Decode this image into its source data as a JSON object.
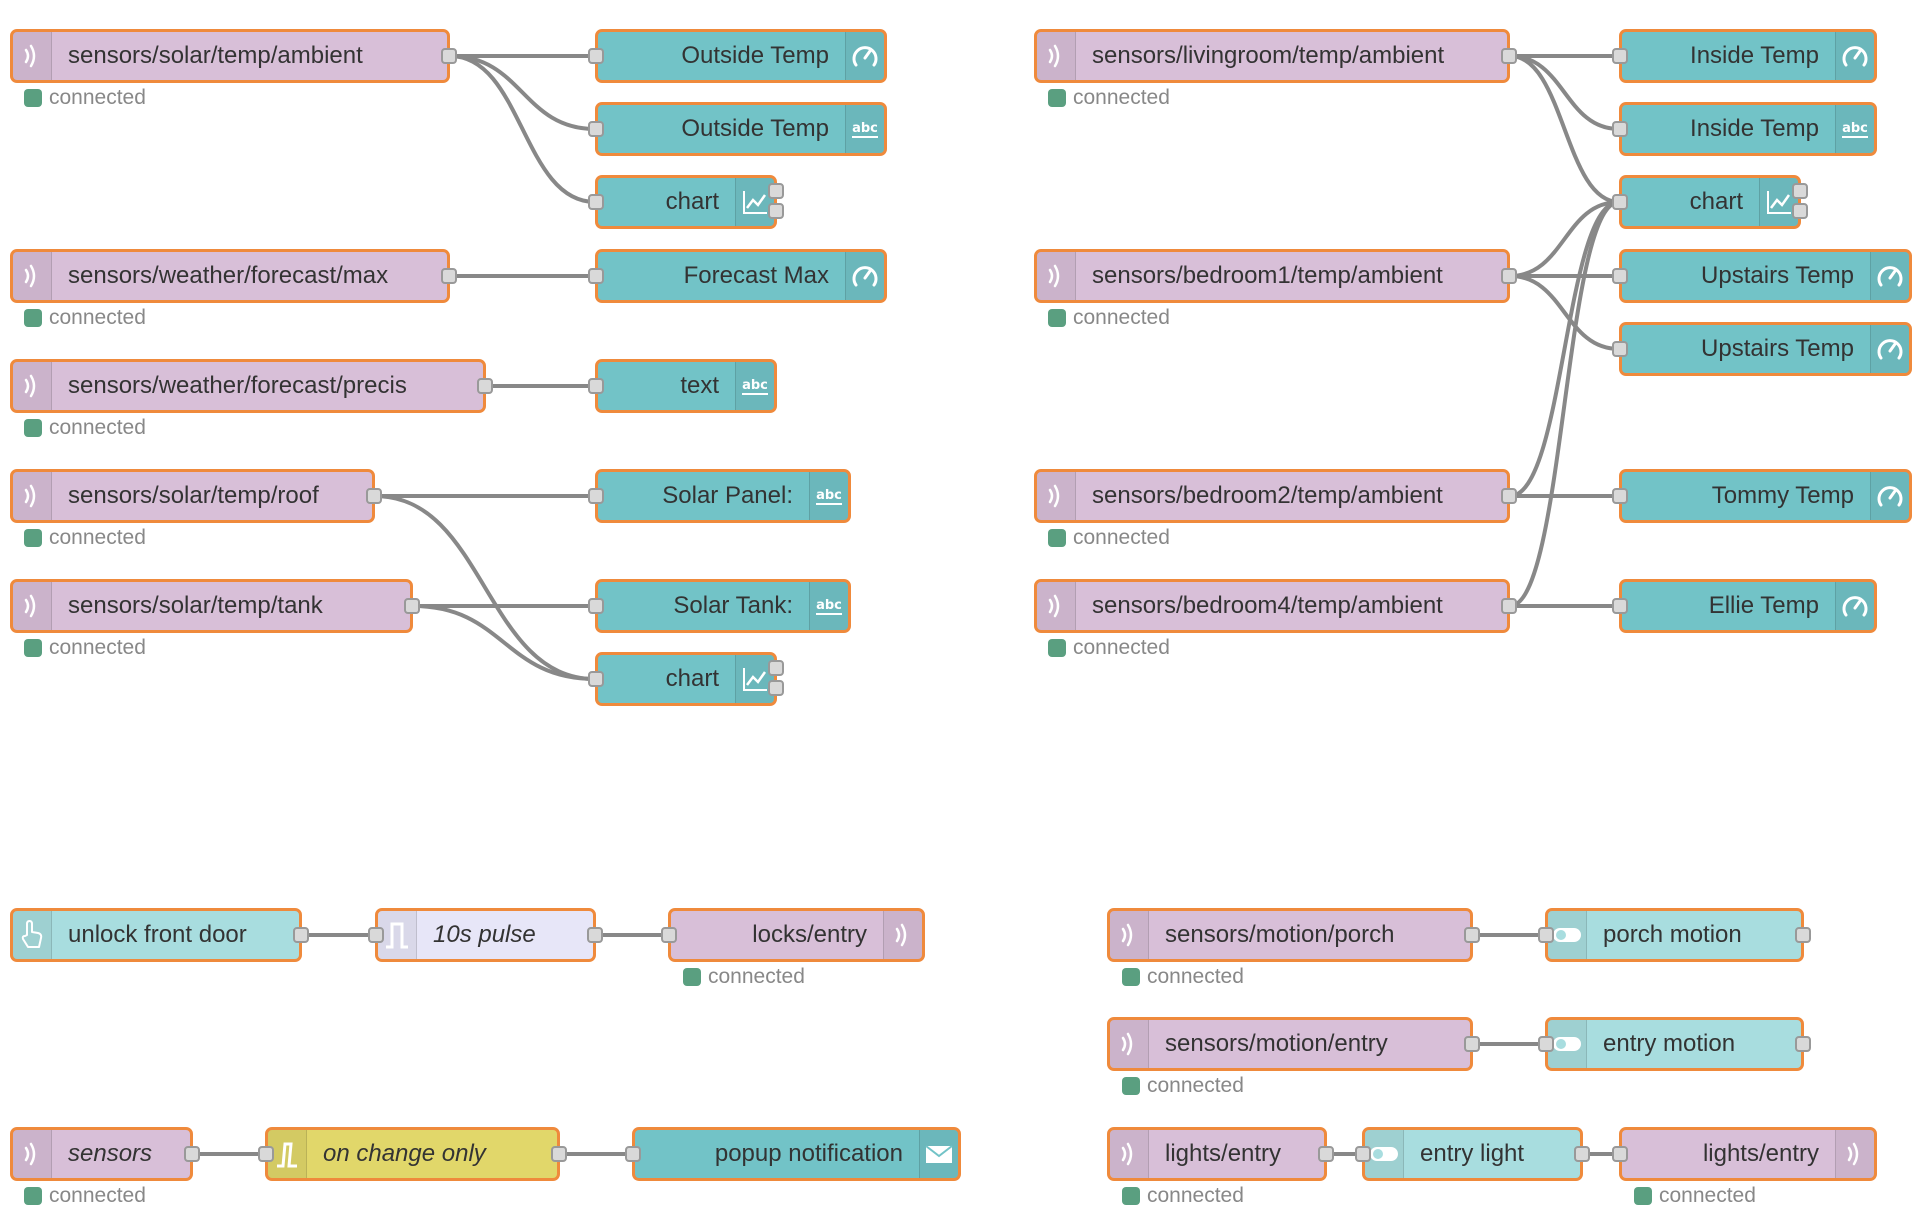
{
  "colors": {
    "node_border": "#ef8a3c",
    "mqtt": "#d8bfd8",
    "dashboard": "#72c3c7",
    "status_ok": "#5a9f80",
    "wire": "#888888"
  },
  "nodes": {
    "mqtt_solar_ambient": {
      "label": "sensors/solar/temp/ambient",
      "status": "connected",
      "icon": "mqtt-icon"
    },
    "gauge_outside": {
      "label": "Outside Temp",
      "icon": "gauge-icon"
    },
    "text_outside": {
      "label": "Outside Temp",
      "icon": "text-icon"
    },
    "chart_outside": {
      "label": "chart",
      "icon": "chart-icon"
    },
    "mqtt_forecast_max": {
      "label": "sensors/weather/forecast/max",
      "status": "connected",
      "icon": "mqtt-icon"
    },
    "gauge_forecast": {
      "label": "Forecast Max",
      "icon": "gauge-icon"
    },
    "mqtt_forecast_precis": {
      "label": "sensors/weather/forecast/precis",
      "status": "connected",
      "icon": "mqtt-icon"
    },
    "text_precis": {
      "label": "text",
      "icon": "text-icon"
    },
    "mqtt_solar_roof": {
      "label": "sensors/solar/temp/roof",
      "status": "connected",
      "icon": "mqtt-icon"
    },
    "text_solar_panel": {
      "label": "Solar Panel:",
      "icon": "text-icon"
    },
    "mqtt_solar_tank": {
      "label": "sensors/solar/temp/tank",
      "status": "connected",
      "icon": "mqtt-icon"
    },
    "text_solar_tank": {
      "label": "Solar Tank:",
      "icon": "text-icon"
    },
    "chart_solar": {
      "label": "chart",
      "icon": "chart-icon"
    },
    "mqtt_livingroom": {
      "label": "sensors/livingroom/temp/ambient",
      "status": "connected",
      "icon": "mqtt-icon"
    },
    "gauge_inside": {
      "label": "Inside Temp",
      "icon": "gauge-icon"
    },
    "text_inside": {
      "label": "Inside Temp",
      "icon": "text-icon"
    },
    "chart_inside": {
      "label": "chart",
      "icon": "chart-icon"
    },
    "mqtt_bedroom1": {
      "label": "sensors/bedroom1/temp/ambient",
      "status": "connected",
      "icon": "mqtt-icon"
    },
    "gauge_upstairs1": {
      "label": "Upstairs Temp",
      "icon": "gauge-icon"
    },
    "gauge_upstairs2": {
      "label": "Upstairs Temp",
      "icon": "gauge-icon"
    },
    "mqtt_bedroom2": {
      "label": "sensors/bedroom2/temp/ambient",
      "status": "connected",
      "icon": "mqtt-icon"
    },
    "gauge_tommy": {
      "label": "Tommy Temp",
      "icon": "gauge-icon"
    },
    "mqtt_bedroom4": {
      "label": "sensors/bedroom4/temp/ambient",
      "status": "connected",
      "icon": "mqtt-icon"
    },
    "gauge_ellie": {
      "label": "Ellie Temp",
      "icon": "gauge-icon"
    },
    "button_unlock": {
      "label": "unlock front door",
      "icon": "hand-pointer-icon"
    },
    "trigger_pulse": {
      "label": "10s pulse",
      "icon": "pulse-icon"
    },
    "mqtt_out_locks": {
      "label": "locks/entry",
      "status": "connected",
      "icon": "mqtt-icon"
    },
    "mqtt_motion_porch": {
      "label": "sensors/motion/porch",
      "status": "connected",
      "icon": "mqtt-icon"
    },
    "switch_porch": {
      "label": "porch motion",
      "icon": "toggle-icon"
    },
    "mqtt_motion_entry": {
      "label": "sensors/motion/entry",
      "status": "connected",
      "icon": "mqtt-icon"
    },
    "switch_entry": {
      "label": "entry motion",
      "icon": "toggle-icon"
    },
    "mqtt_sensors": {
      "label": "sensors",
      "status": "connected",
      "icon": "mqtt-icon"
    },
    "rbe_change": {
      "label": "on change only",
      "icon": "rbe-icon"
    },
    "notify_popup": {
      "label": "popup notification",
      "icon": "envelope-icon"
    },
    "mqtt_lights_in": {
      "label": "lights/entry",
      "status": "connected",
      "icon": "mqtt-icon"
    },
    "switch_light": {
      "label": "entry light",
      "icon": "toggle-icon"
    },
    "mqtt_lights_out": {
      "label": "lights/entry",
      "status": "connected",
      "icon": "mqtt-icon"
    }
  }
}
